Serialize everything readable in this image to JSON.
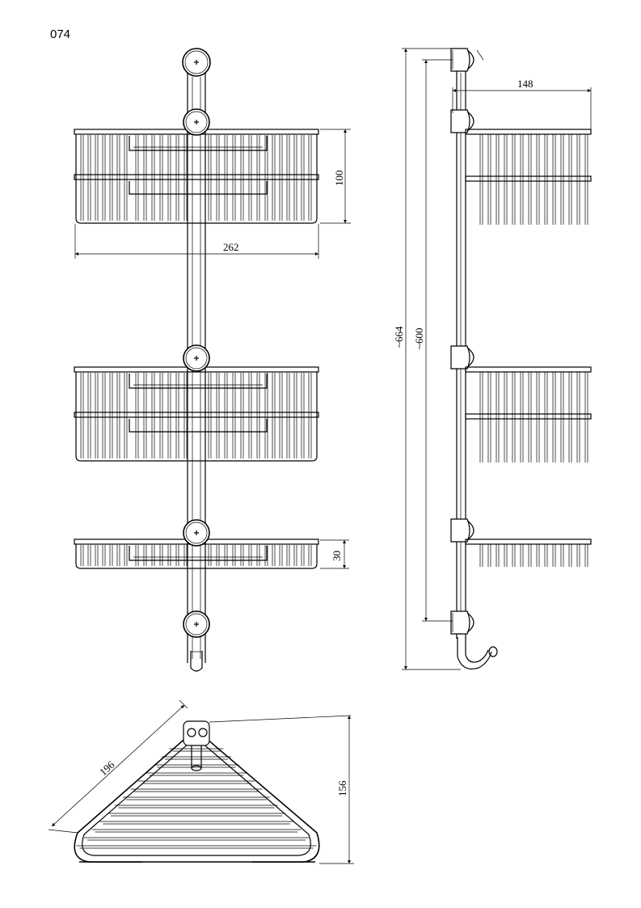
{
  "page_number": "074",
  "dimensions": {
    "front_width": "262",
    "front_basket_height": "100",
    "front_shelf_height": "30",
    "side_depth": "148",
    "side_total_height": "~664",
    "side_pole_length": "~600",
    "plan_diagonal": "196",
    "plan_depth": "156"
  },
  "colors": {
    "line": "#000000",
    "background": "#ffffff"
  }
}
